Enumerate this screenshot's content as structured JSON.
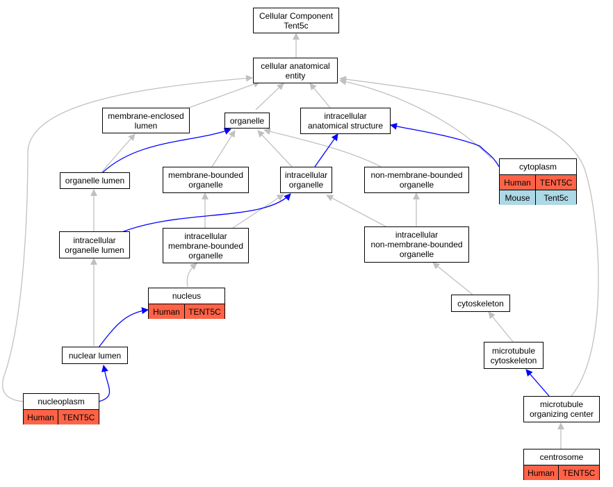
{
  "colors": {
    "edge_is_a": "#c0c0c0",
    "edge_part_of": "#0000ff",
    "human": "#ff6347",
    "mouse": "#add8e6"
  },
  "nodes": {
    "root": "Cellular Component\nTent5c",
    "cae": "cellular anatomical\nentity",
    "mel": "membrane-enclosed\nlumen",
    "org": "organelle",
    "ias": "intracellular\nanatomical structure",
    "ol": "organelle lumen",
    "mbo": "membrane-bounded\norganelle",
    "io": "intracellular\norganelle",
    "nmbo": "non-membrane-bounded\norganelle",
    "iol": "intracellular\norganelle lumen",
    "imbo": "intracellular\nmembrane-bounded\norganelle",
    "inmbo": "intracellular\nnon-membrane-bounded\norganelle",
    "cytoskeleton": "cytoskeleton",
    "nl": "nuclear lumen",
    "mtc": "microtubule\ncytoskeleton",
    "mtoc": "microtubule\norganizing center"
  },
  "genes": {
    "cytoplasm": {
      "title": "cytoplasm",
      "rows": [
        {
          "species": "Human",
          "gene": "TENT5C"
        },
        {
          "species": "Mouse",
          "gene": "Tent5c"
        }
      ]
    },
    "nucleus": {
      "title": "nucleus",
      "rows": [
        {
          "species": "Human",
          "gene": "TENT5C"
        }
      ]
    },
    "nucleoplasm": {
      "title": "nucleoplasm",
      "rows": [
        {
          "species": "Human",
          "gene": "TENT5C"
        }
      ]
    },
    "centrosome": {
      "title": "centrosome",
      "rows": [
        {
          "species": "Human",
          "gene": "TENT5C"
        }
      ]
    }
  }
}
